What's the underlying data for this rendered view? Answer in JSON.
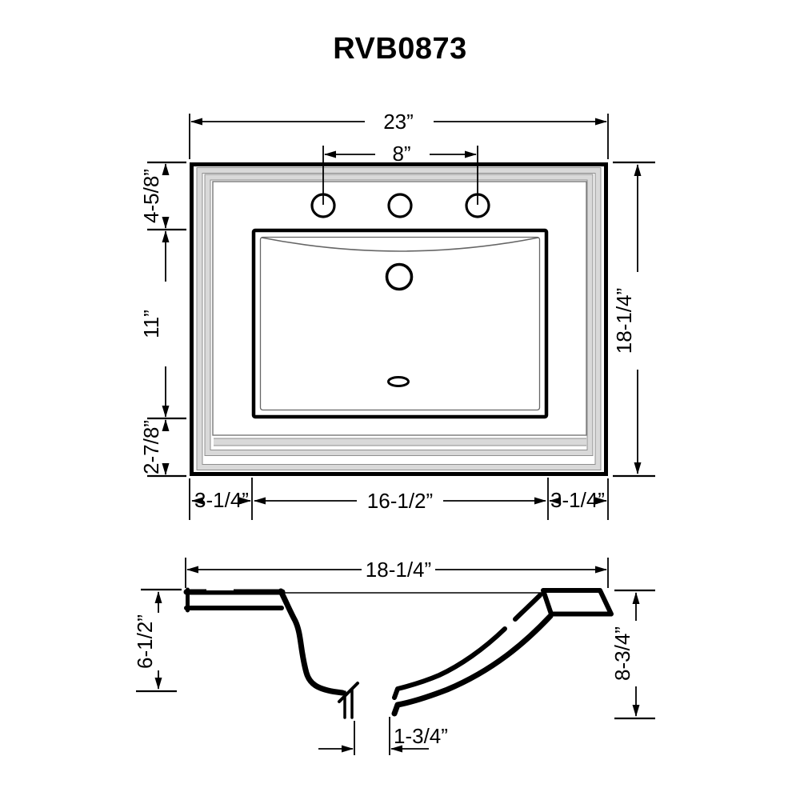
{
  "title": "RVB0873",
  "top_view": {
    "label": "sink top view",
    "overall_width": "23”",
    "faucet_spread": "8”",
    "back_deck_depth": "4-5/8”",
    "basin_depth": "11”",
    "front_apron_depth": "2-7/8”",
    "overall_depth": "18-1/4”",
    "left_margin": "3-1/4”",
    "basin_width": "16-1/2”",
    "right_margin": "3-1/4”",
    "faucet_hole_count": 3,
    "features": [
      "three faucet holes",
      "overflow hole",
      "drain outlet",
      "stepped molding rim"
    ]
  },
  "side_view": {
    "label": "sink side section view",
    "overall_depth": "18-1/4”",
    "front_height": "6-1/2”",
    "back_height": "8-3/4”",
    "drain_offset": "1-3/4”"
  },
  "colors": {
    "line": "#000000",
    "molding": "#d9d9d9",
    "molding_edge": "#8f8f8f",
    "background": "#ffffff"
  }
}
